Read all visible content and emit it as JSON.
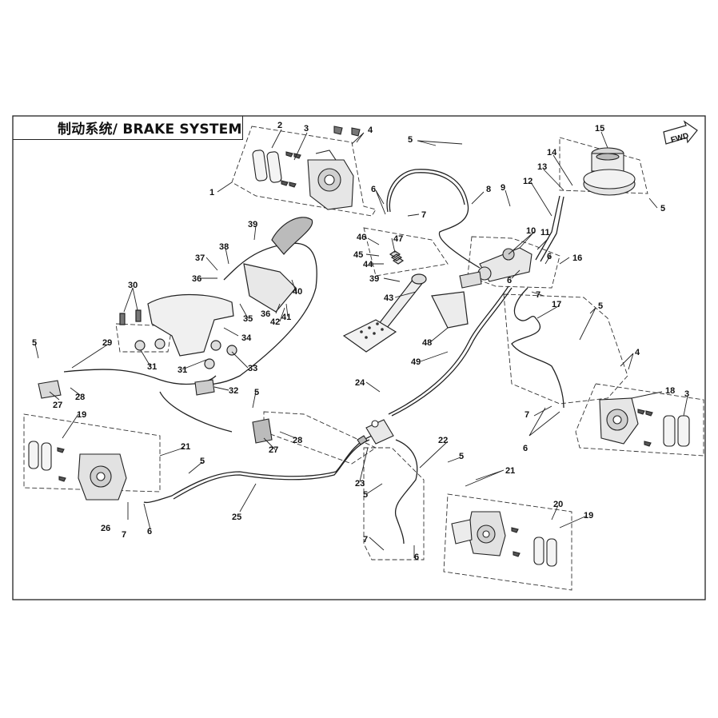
{
  "title": "制动系统/ BRAKE SYSTEM",
  "fwd_label": "FWD",
  "colors": {
    "line": "#222222",
    "part_fill": "#eeeeee",
    "part_dark": "#555555"
  },
  "callouts": [
    {
      "id": "c1",
      "text": "1"
    },
    {
      "id": "c2",
      "text": "2"
    },
    {
      "id": "c3a",
      "text": "3"
    },
    {
      "id": "c4a",
      "text": "4"
    },
    {
      "id": "c5a",
      "text": "5"
    },
    {
      "id": "c6a",
      "text": "6"
    },
    {
      "id": "c7a",
      "text": "7"
    },
    {
      "id": "c8",
      "text": "8"
    },
    {
      "id": "c9",
      "text": "9"
    },
    {
      "id": "c10",
      "text": "10"
    },
    {
      "id": "c11",
      "text": "11"
    },
    {
      "id": "c12",
      "text": "12"
    },
    {
      "id": "c13",
      "text": "13"
    },
    {
      "id": "c14",
      "text": "14"
    },
    {
      "id": "c15",
      "text": "15"
    },
    {
      "id": "c5b",
      "text": "5"
    },
    {
      "id": "c16",
      "text": "16"
    },
    {
      "id": "c6b",
      "text": "6"
    },
    {
      "id": "c6c",
      "text": "6"
    },
    {
      "id": "c7b",
      "text": "7"
    },
    {
      "id": "c17",
      "text": "17"
    },
    {
      "id": "c5c",
      "text": "5"
    },
    {
      "id": "c4b",
      "text": "4"
    },
    {
      "id": "c18",
      "text": "18"
    },
    {
      "id": "c3b",
      "text": "3"
    },
    {
      "id": "c7c",
      "text": "7"
    },
    {
      "id": "c6d",
      "text": "6"
    },
    {
      "id": "c39a",
      "text": "39"
    },
    {
      "id": "c38",
      "text": "38"
    },
    {
      "id": "c37",
      "text": "37"
    },
    {
      "id": "c36a",
      "text": "36"
    },
    {
      "id": "c40",
      "text": "40"
    },
    {
      "id": "c36b",
      "text": "36"
    },
    {
      "id": "c42",
      "text": "42"
    },
    {
      "id": "c41",
      "text": "41"
    },
    {
      "id": "c35",
      "text": "35"
    },
    {
      "id": "c30",
      "text": "30"
    },
    {
      "id": "c34",
      "text": "34"
    },
    {
      "id": "c31a",
      "text": "31"
    },
    {
      "id": "c31b",
      "text": "31"
    },
    {
      "id": "c33",
      "text": "33"
    },
    {
      "id": "c46",
      "text": "46"
    },
    {
      "id": "c47",
      "text": "47"
    },
    {
      "id": "c45",
      "text": "45"
    },
    {
      "id": "c44",
      "text": "44"
    },
    {
      "id": "c39b",
      "text": "39"
    },
    {
      "id": "c43",
      "text": "43"
    },
    {
      "id": "c48",
      "text": "48"
    },
    {
      "id": "c49",
      "text": "49"
    },
    {
      "id": "c5d",
      "text": "5"
    },
    {
      "id": "c29",
      "text": "29"
    },
    {
      "id": "c27a",
      "text": "27"
    },
    {
      "id": "c28a",
      "text": "28"
    },
    {
      "id": "c32",
      "text": "32"
    },
    {
      "id": "c5e",
      "text": "5"
    },
    {
      "id": "c27b",
      "text": "27"
    },
    {
      "id": "c28b",
      "text": "28"
    },
    {
      "id": "c24",
      "text": "24"
    },
    {
      "id": "c19a",
      "text": "19"
    },
    {
      "id": "c21a",
      "text": "21"
    },
    {
      "id": "c5f",
      "text": "5"
    },
    {
      "id": "c26",
      "text": "26"
    },
    {
      "id": "c7d",
      "text": "7"
    },
    {
      "id": "c6e",
      "text": "6"
    },
    {
      "id": "c25",
      "text": "25"
    },
    {
      "id": "c23",
      "text": "23"
    },
    {
      "id": "c5g",
      "text": "5"
    },
    {
      "id": "c22",
      "text": "22"
    },
    {
      "id": "c5h",
      "text": "5"
    },
    {
      "id": "c21b",
      "text": "21"
    },
    {
      "id": "c7e",
      "text": "7"
    },
    {
      "id": "c6f",
      "text": "6"
    },
    {
      "id": "c20",
      "text": "20"
    },
    {
      "id": "c19b",
      "text": "19"
    }
  ]
}
